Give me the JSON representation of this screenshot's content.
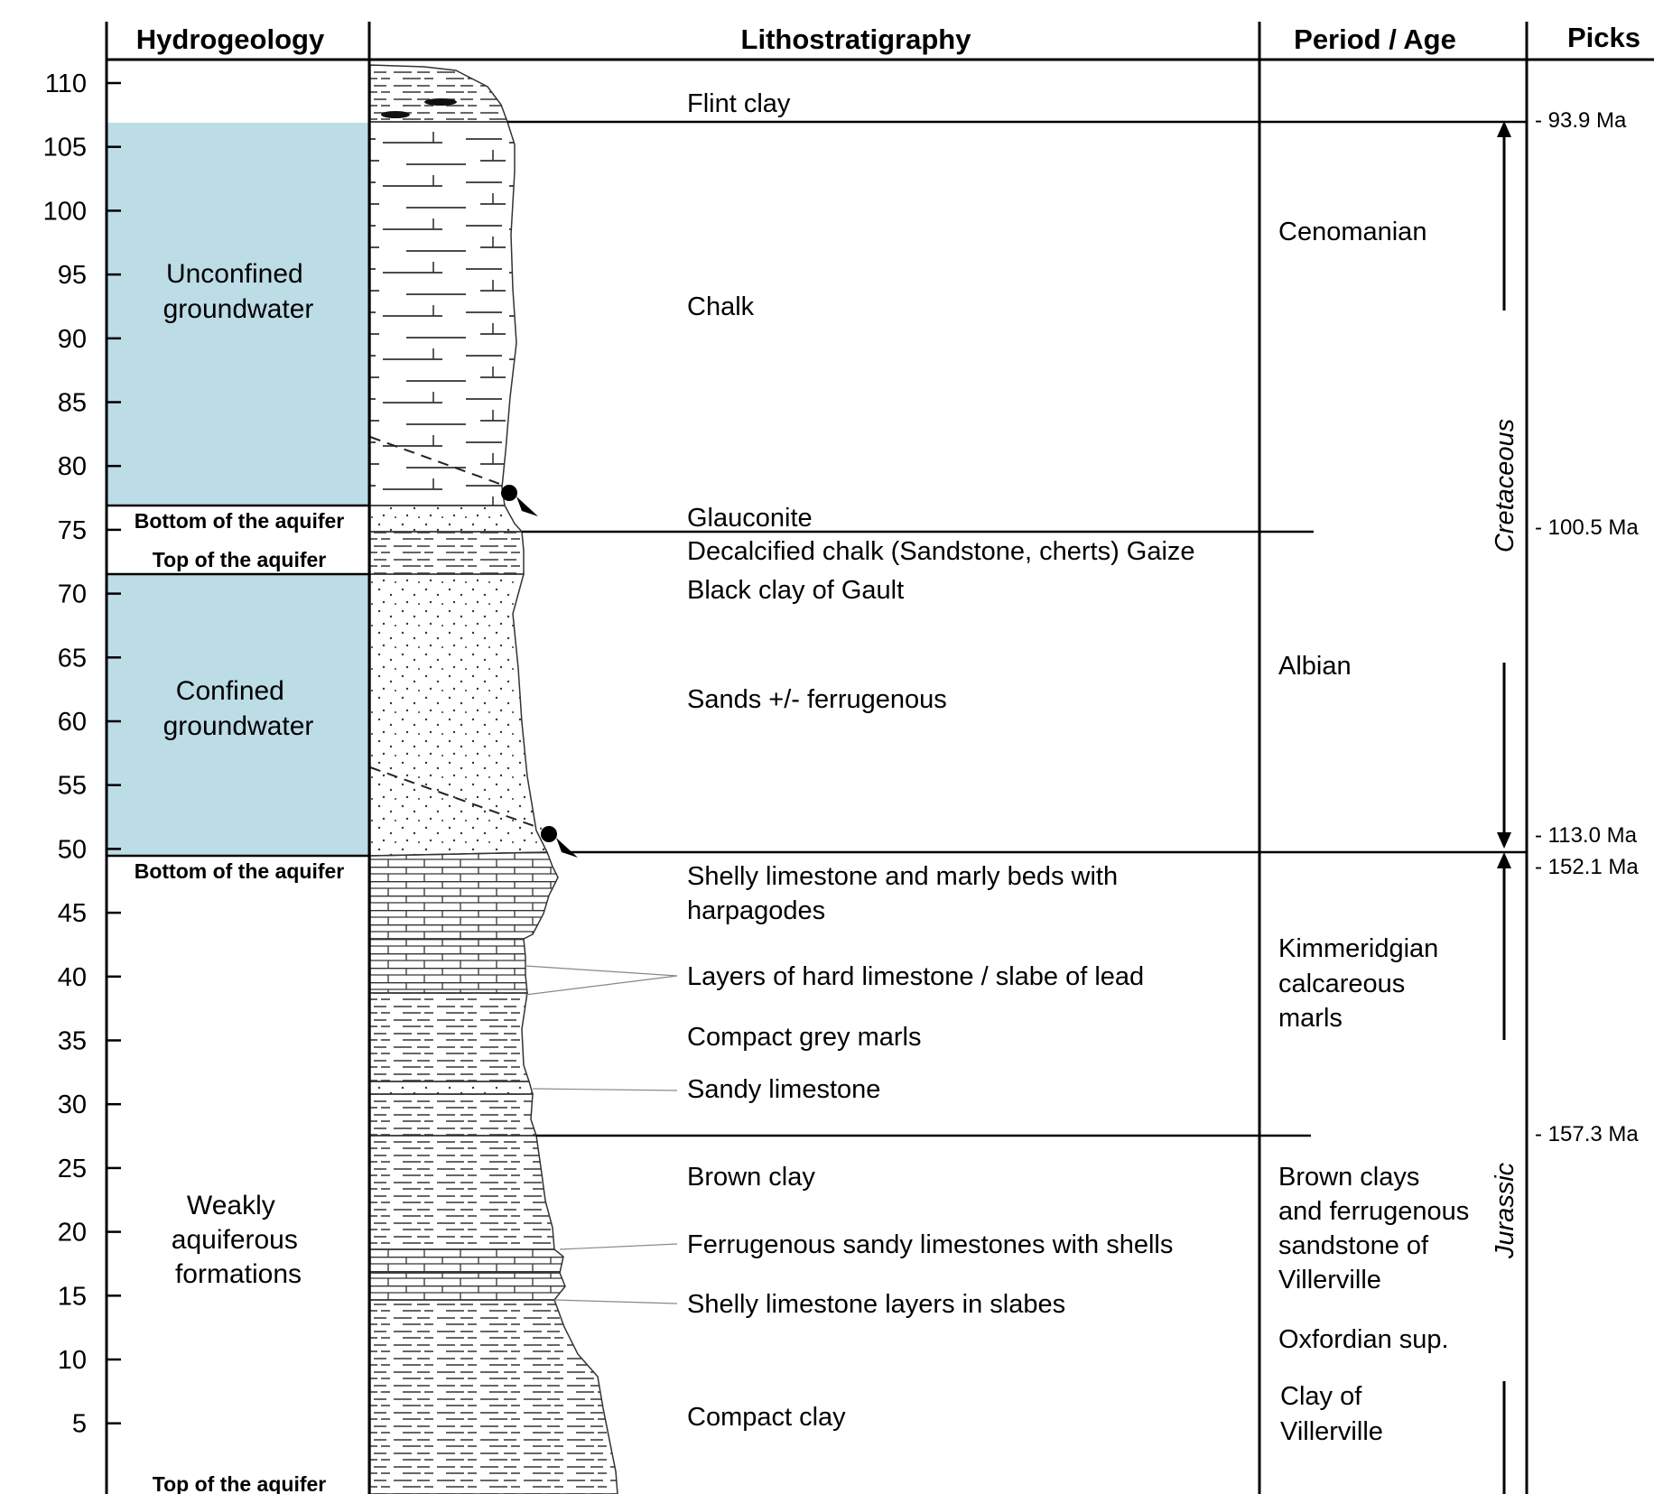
{
  "headers": {
    "hydrogeology": "Hydrogeology",
    "lithostratigraphy": "Lithostratigraphy",
    "period_age": "Period / Age",
    "picks": "Picks"
  },
  "depth_axis": {
    "ticks": [
      "110",
      "105",
      "100",
      "95",
      "90",
      "85",
      "80",
      "75",
      "70",
      "65",
      "60",
      "55",
      "50",
      "45",
      "40",
      "35",
      "30",
      "25",
      "20",
      "15",
      "10",
      "5"
    ]
  },
  "hydrogeology": {
    "fill_color": "#bcdce6",
    "unconfined": [
      "Unconfined",
      "groundwater"
    ],
    "confined": [
      "Confined",
      "groundwater"
    ],
    "weakly": [
      "Weakly",
      "aquiferous",
      "formations"
    ],
    "aquifer_markers": {
      "bottom_1": "Bottom of the aquifer",
      "top_1": "Top of the aquifer",
      "bottom_2": "Bottom of the aquifer",
      "top_2": "Top of the aquifer"
    }
  },
  "lithology": {
    "flint_clay": "Flint clay",
    "chalk": "Chalk",
    "glauconite": "Glauconite",
    "gaize": "Decalcified chalk (Sandstone, cherts) Gaize",
    "gault": "Black clay of Gault",
    "sands": "Sands +/- ferrugenous",
    "shelly_1": "Shelly limestone and marly beds with",
    "shelly_2": "harpagodes",
    "hard_limestone": "Layers of hard limestone / slabe of lead",
    "grey_marls": "Compact grey marls",
    "sandy_limestone": "Sandy limestone",
    "brown_clay": "Brown clay",
    "ferrugenous": "Ferrugenous sandy limestones with shells",
    "shelly_layers": "Shelly limestone layers in slabes",
    "compact_clay": "Compact clay"
  },
  "period_age": {
    "cenomanian": "Cenomanian",
    "albian": "Albian",
    "kimmeridgian": [
      "Kimmeridgian",
      "calcareous",
      "marls"
    ],
    "brown_clays": [
      "Brown clays",
      "and ferrugenous",
      "sandstone of",
      "Villerville"
    ],
    "oxfordian": "Oxfordian sup.",
    "clay_villerville": [
      "Clay of",
      "Villerville"
    ],
    "cretaceous": "Cretaceous",
    "jurassic": "Jurassic"
  },
  "picks": {
    "p1": "- 93.9 Ma",
    "p2": "- 100.5 Ma",
    "p3": "- 113.0 Ma",
    "p4": "- 152.1 Ma",
    "p5": "- 157.3 Ma"
  }
}
